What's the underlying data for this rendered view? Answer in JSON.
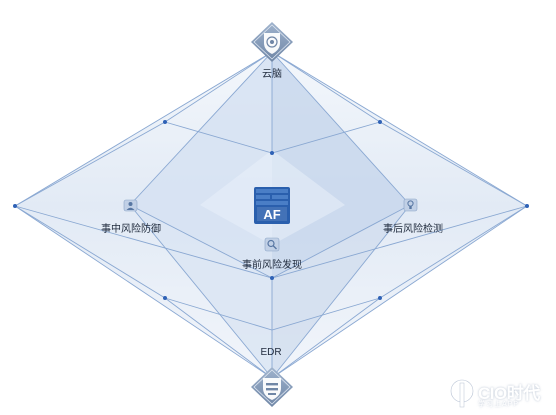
{
  "nodes": {
    "top": {
      "label": "云脑",
      "icon": "shield-swirl-icon"
    },
    "left": {
      "label": "事中风险防御",
      "icon": "user-shield-icon"
    },
    "right": {
      "label": "事后风险检测",
      "icon": "lightbulb-icon"
    },
    "center": {
      "label": "事前风险发现",
      "icon": "magnifier-icon"
    },
    "bottom": {
      "label": "EDR",
      "icon": "shield-layers-icon"
    },
    "core": {
      "label": "AF",
      "icon": "firewall-icon"
    }
  },
  "watermark": {
    "title": "CIO时代",
    "subtitle": "学习上APP"
  },
  "colors": {
    "line": "#7d9fcc",
    "dot": "#2f62b6",
    "fill_light": "#e7eef8",
    "fill_mid": "#d3e0f1",
    "core_blue": "#2a5fad",
    "icon_bg": "#7f97b6"
  }
}
